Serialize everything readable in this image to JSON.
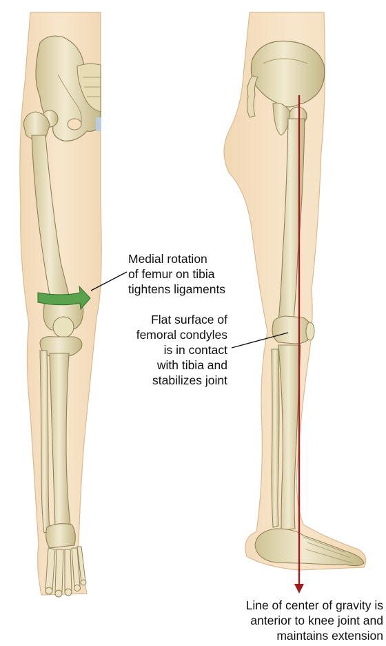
{
  "colors": {
    "skin": "#f5dfbf",
    "skin_outline": "#d8b98f",
    "bone": "#ebe3c1",
    "bone_shadow": "#c9bc8c",
    "bone_outline": "#8f8258",
    "gravity_line": "#a31a1f",
    "rotation_arrow": "#5aa24e",
    "text": "#111111"
  },
  "annotations": {
    "medial_rotation": [
      "Medial rotation",
      "of femur on tibia",
      "tightens ligaments"
    ],
    "flat_surface": [
      "Flat surface of",
      "femoral condyles",
      "is in contact",
      "with tibia and",
      "stabilizes joint"
    ],
    "gravity": [
      "Line of center of gravity is",
      "anterior to knee  joint and",
      "maintains extension"
    ]
  }
}
